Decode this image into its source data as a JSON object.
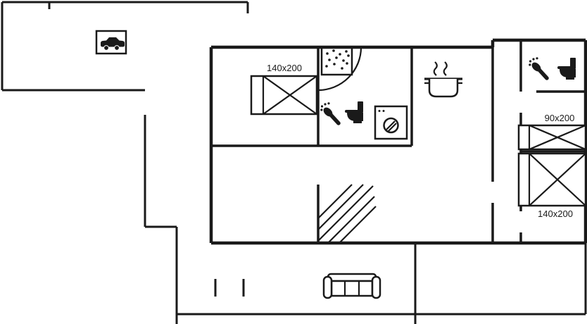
{
  "labels": {
    "bed_main": "140x200",
    "bed_small": "90x200",
    "bed_large": "140x200"
  },
  "colors": {
    "line": "#1a1a1a",
    "background": "#ffffff"
  },
  "icons": {
    "carport": "car-icon",
    "main_bathroom_shower": "shower-icon",
    "main_bathroom_toilet": "toilet-icon",
    "main_bathroom_floor": "shower-dots-icon",
    "utility": "washing-machine-icon",
    "kitchen": "pot-icon",
    "stairs": "stairs-icon",
    "terrace_sofa": "sofa-icon",
    "wing_bathroom_shower": "shower-icon",
    "wing_bathroom_toilet": "toilet-icon",
    "beds": "bed-icon"
  }
}
